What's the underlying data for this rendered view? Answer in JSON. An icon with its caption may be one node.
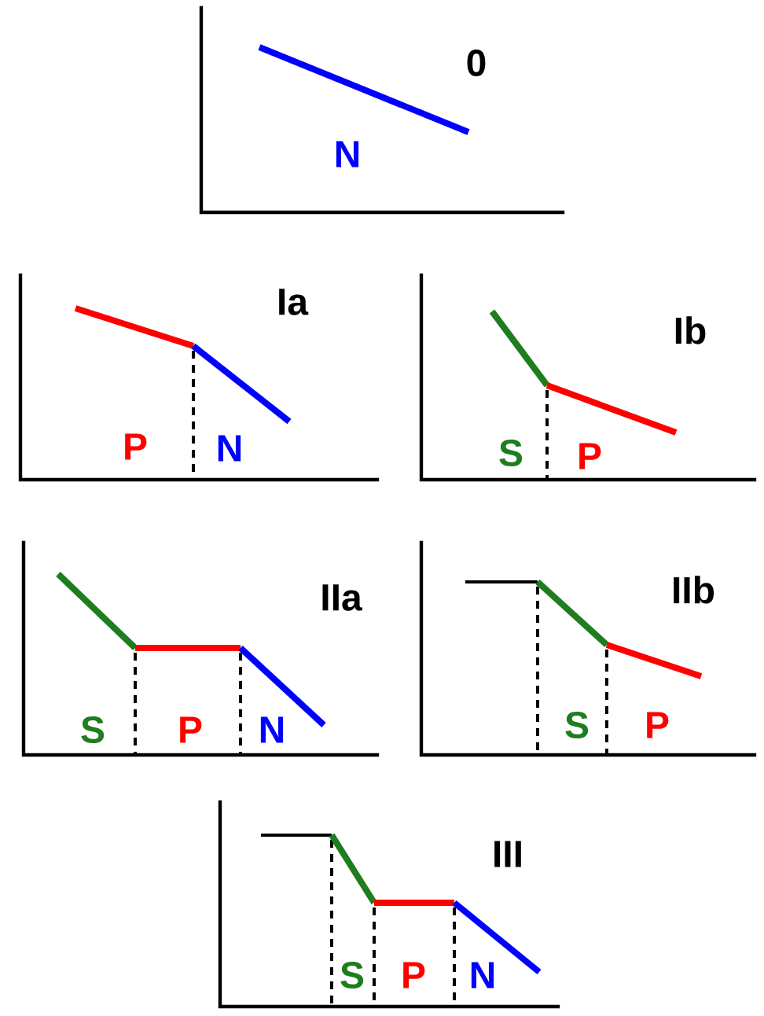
{
  "diagram": {
    "labels": [
      "0",
      "N",
      "Ia",
      "P",
      "N",
      "Ib",
      "S",
      "P",
      "IIa",
      "S",
      "P",
      "N",
      "IIb",
      "S",
      "P",
      "III",
      "S",
      "P",
      "N"
    ]
  }
}
